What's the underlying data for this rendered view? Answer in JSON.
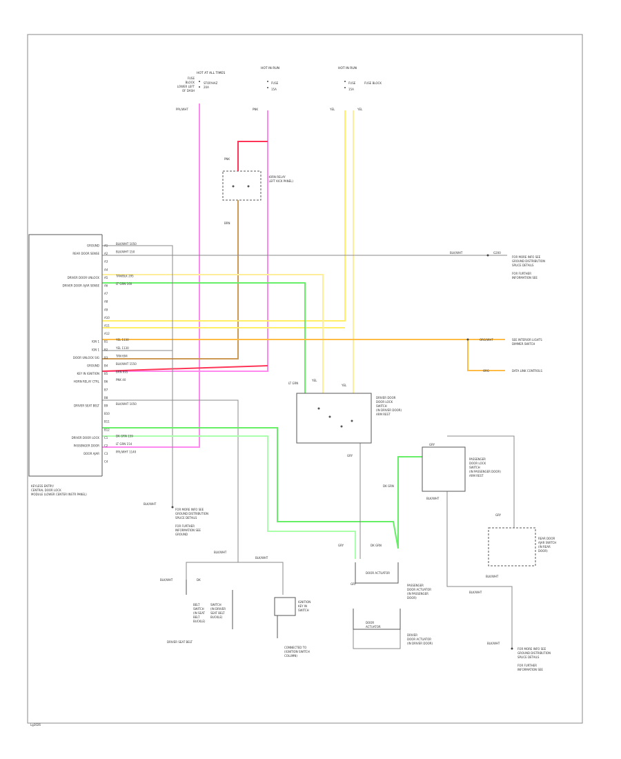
{
  "colors": {
    "pink": "#ff88ee",
    "red": "#ff3355",
    "tan": "#cc9955",
    "yellow": "#ffee66",
    "lightyellow": "#ffee99",
    "green": "#66ee66",
    "lightgreen": "#aaffaa",
    "orange": "#ffbb44",
    "black": "#444444",
    "gray": "#aaaaaa",
    "white": "#dddddd"
  },
  "fuses": {
    "left": {
      "title": "HOT AT ALL TIMES",
      "lines": [
        "FUSE",
        "BLOCK",
        "LOWER LEFT",
        "OF DASH"
      ],
      "fuse_label": "STOP/HAZ",
      "fuse_amp": "20A",
      "wire_label": "PPL/WHT"
    },
    "middle": {
      "title": "HOT IN RUN",
      "lines": [
        "FUSE",
        "15A"
      ],
      "fuse_label": "FUSE",
      "fuse_amp": "15A",
      "wire_label": "PNK"
    },
    "right": {
      "title": "HOT IN RUN",
      "lines": [
        "FUSE",
        "15A"
      ],
      "fuse_label": "FUSE",
      "fuse_amp": "15A",
      "side_label": "FUSE BLOCK",
      "wire_label": "YEL"
    }
  },
  "horn_relay": {
    "label": "HORN RELAY",
    "sub": "(LEFT KICK PANEL)",
    "top_wire": "PNK",
    "bottom_wire": "BRN"
  },
  "module": {
    "pins": [
      "A1",
      "A2",
      "A3",
      "A4",
      "A5",
      "A6",
      "A7",
      "A8",
      "A9",
      "A10",
      "A11",
      "A12",
      "B1",
      "B2",
      "B3",
      "B4",
      "B5",
      "B6",
      "B7",
      "B8",
      "B9",
      "B10",
      "B11",
      "B12",
      "C1",
      "C2",
      "C3",
      "C4"
    ],
    "functions": [
      {
        "label": "GROUND",
        "pin": "A1",
        "wire": "BLK/WHT 1050"
      },
      {
        "label": "REAR DOOR SENSE",
        "pin": "A2",
        "wire": "BLK/WHT 150"
      },
      {
        "label": "DRIVER DOOR UNLOCK",
        "pin": "A5",
        "wire": "TAN/BLK 295"
      },
      {
        "label": "DRIVER DOOR AJAR SENSE",
        "pin": "A6",
        "wire": "LT GRN 160"
      },
      {
        "label": "IGN 1",
        "pin": "B1",
        "wire": "YEL 1130"
      },
      {
        "label": "IGN 1",
        "pin": "B2",
        "wire": "YEL 1130"
      },
      {
        "label": "DOOR UNLOCK SIG",
        "pin": "B3",
        "wire": "TAN 694"
      },
      {
        "label": "GROUND",
        "pin": "B4",
        "wire": "BLK/WHT 1550"
      },
      {
        "label": "KEY IN IGNITION",
        "pin": "B5",
        "wire": "BRN 695"
      },
      {
        "label": "HORN RELAY CTRL",
        "pin": "B6",
        "wire": "PNK 40"
      },
      {
        "label": "DRIVER SEAT BELT",
        "pin": "B9",
        "wire": "BLK/WHT 1050"
      },
      {
        "label": "DRIVER DOOR LOCK",
        "pin": "C1",
        "wire": "DK GRN 159"
      },
      {
        "label": "PASSENGER DOOR",
        "pin": "C2",
        "wire": "LT GRN 154"
      },
      {
        "label": "DOOR AJAR",
        "pin": "C3",
        "wire": "PPL/WHT 1140"
      }
    ],
    "caption": [
      "KEYLESS ENTRY/",
      "CENTRAL DOOR LOCK",
      "MODULE (LOWER CENTER INSTR PANEL)"
    ]
  },
  "right_notes": {
    "ground1": {
      "wire": "BLK/WHT",
      "ref": "G200",
      "lines": [
        "FOR MORE INFO SEE",
        "GROUND DISTRIBUTION",
        "SPLICE DETAILS",
        "FOR FURTHER",
        "INFORMATION SEE"
      ]
    },
    "dimmer": {
      "wire": "ORG/WHT",
      "lines": [
        "SEE INTERIOR LIGHTS",
        "DIMMER SWITCH"
      ]
    },
    "data_link": {
      "wire": "ORG",
      "label": "DATA LINK CONTROLS"
    }
  },
  "door_switch": {
    "label": "DRIVER DOOR",
    "lines": [
      "DOOR LOCK",
      "SWITCH",
      "(IN DRIVER DOOR)",
      "ARM REST"
    ],
    "top_wires": [
      "LT GRN",
      "YEL",
      "YEL"
    ],
    "bottom_wire": "GRY"
  },
  "passenger_switch": {
    "lines": [
      "PASSENGER",
      "DOOR LOCK",
      "SWITCH",
      "(IN PASSENGER DOOR)",
      "ARM REST"
    ],
    "top_wire": "GRY",
    "left_wire": "DK GRN",
    "bottom_wire": "BLK/WHT"
  },
  "bottom": {
    "g1_wire": "BLK/WHT",
    "g1_lines": [
      "FOR MORE INFO SEE",
      "GROUND DISTRIBUTION",
      "SPLICE DETAILS",
      "FOR FURTHER",
      "INFORMATION SEE",
      "GROUND"
    ],
    "g2_wire": "BLK/WHT",
    "seatbelt_labels": [
      "DRIVER SEAT BELT",
      "SWITCH",
      "(IN DRIVER",
      "SEAT BELT",
      "BUCKLE)"
    ],
    "seatbelt_side": [
      "BELT",
      "SWITCH",
      "(IN SEAT",
      "BELT",
      "BUCKLE)"
    ],
    "seatbelt_wire": "DK",
    "ignition_switch": [
      "IGNITION",
      "KEY IN",
      "SWITCH"
    ],
    "ignition_caption": [
      "CONNECTED TO",
      "(IGNITION SWITCH",
      "COLUMN)"
    ],
    "cyl_label": "DOOR ACTUATOR",
    "cyl_top_wires": [
      "GRY",
      "DK GRN"
    ],
    "cyl_bottom": "GRY",
    "actuator_label": [
      "DOOR",
      "ACTUATOR"
    ],
    "actuator_caption": [
      "DRIVER",
      "DOOR ACTUATOR",
      "(IN DRIVER DOOR)"
    ],
    "passenger_actuator_label": [
      "DOOR",
      "ACTUATOR"
    ],
    "passenger_actuator_caption": [
      "PASSENGER",
      "DOOR ACTUATOR",
      "(IN PASSENGER",
      "DOOR)"
    ],
    "rear_switch_lines": [
      "REAR DOOR",
      "AJAR SWITCH",
      "(IN REAR",
      "DOOR)"
    ],
    "rear_switch_wire": "GRY",
    "rear_g_wire": "BLK/WHT",
    "rear_g2_wire": "BLK/WHT",
    "rear_g_lines": [
      "FOR MORE INFO SEE",
      "GROUND DISTRIBUTION",
      "SPLICE DETAILS",
      "FOR FURTHER",
      "INFORMATION SEE"
    ]
  },
  "footer": "Lg3026"
}
